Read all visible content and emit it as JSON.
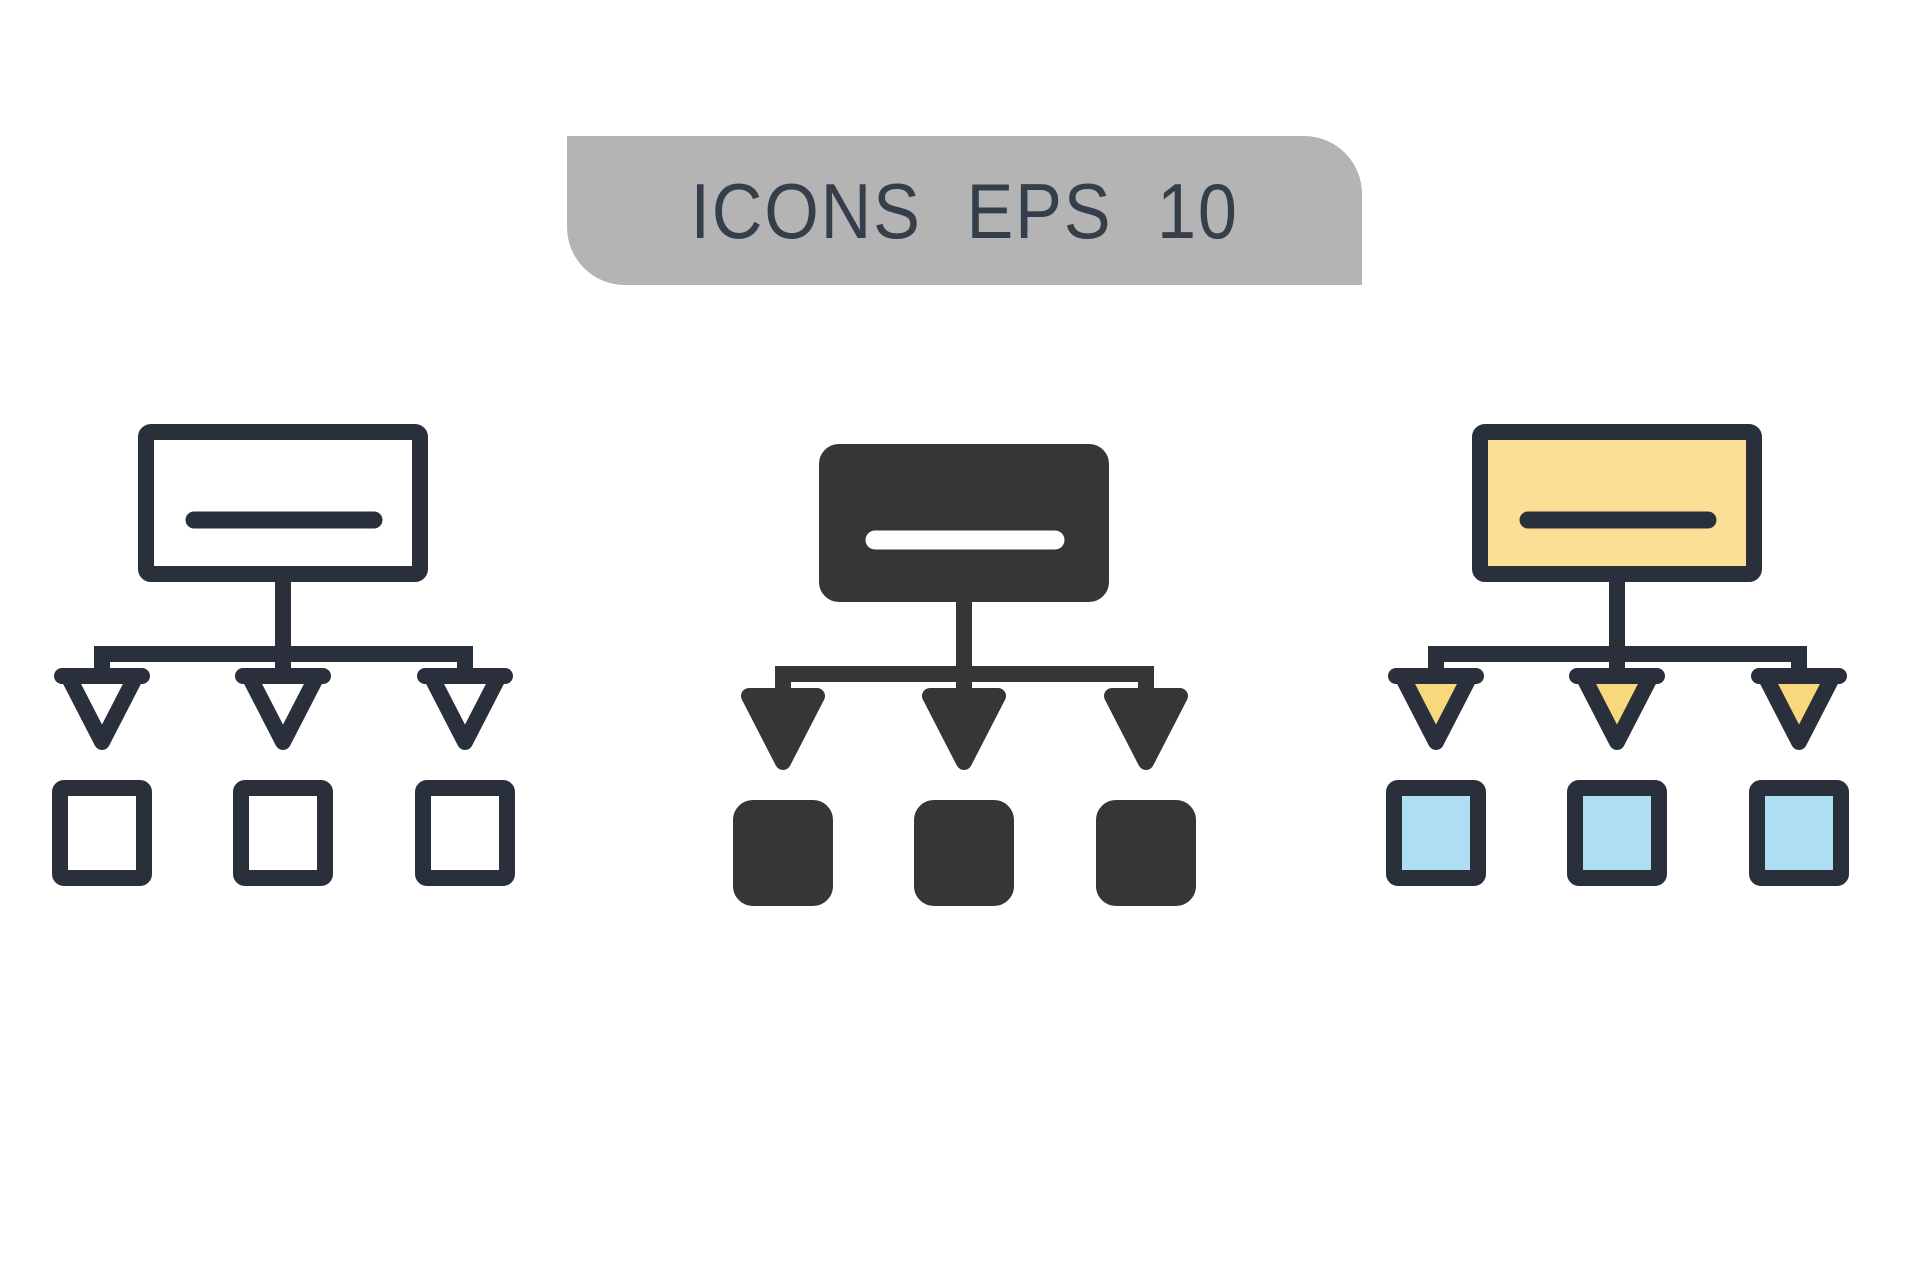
{
  "banner": {
    "title": "ICONS EPS 10"
  },
  "icons": [
    {
      "id": "outline",
      "style": "outline",
      "label": "flowchart hierarchy icon, outline style"
    },
    {
      "id": "solid",
      "style": "solid",
      "label": "flowchart hierarchy icon, solid glyph style"
    },
    {
      "id": "color",
      "style": "color",
      "label": "flowchart hierarchy icon, colored fill style"
    }
  ],
  "colors": {
    "background": "#ffffff",
    "banner_bg": "#b4b4b4",
    "banner_text": "#343f4b",
    "stroke_dark": "#2a303b",
    "solid_dark": "#363636",
    "yellow_fill": "#fbdf94",
    "yellow_arrow": "#f8d87c",
    "blue_fill": "#addef2"
  }
}
